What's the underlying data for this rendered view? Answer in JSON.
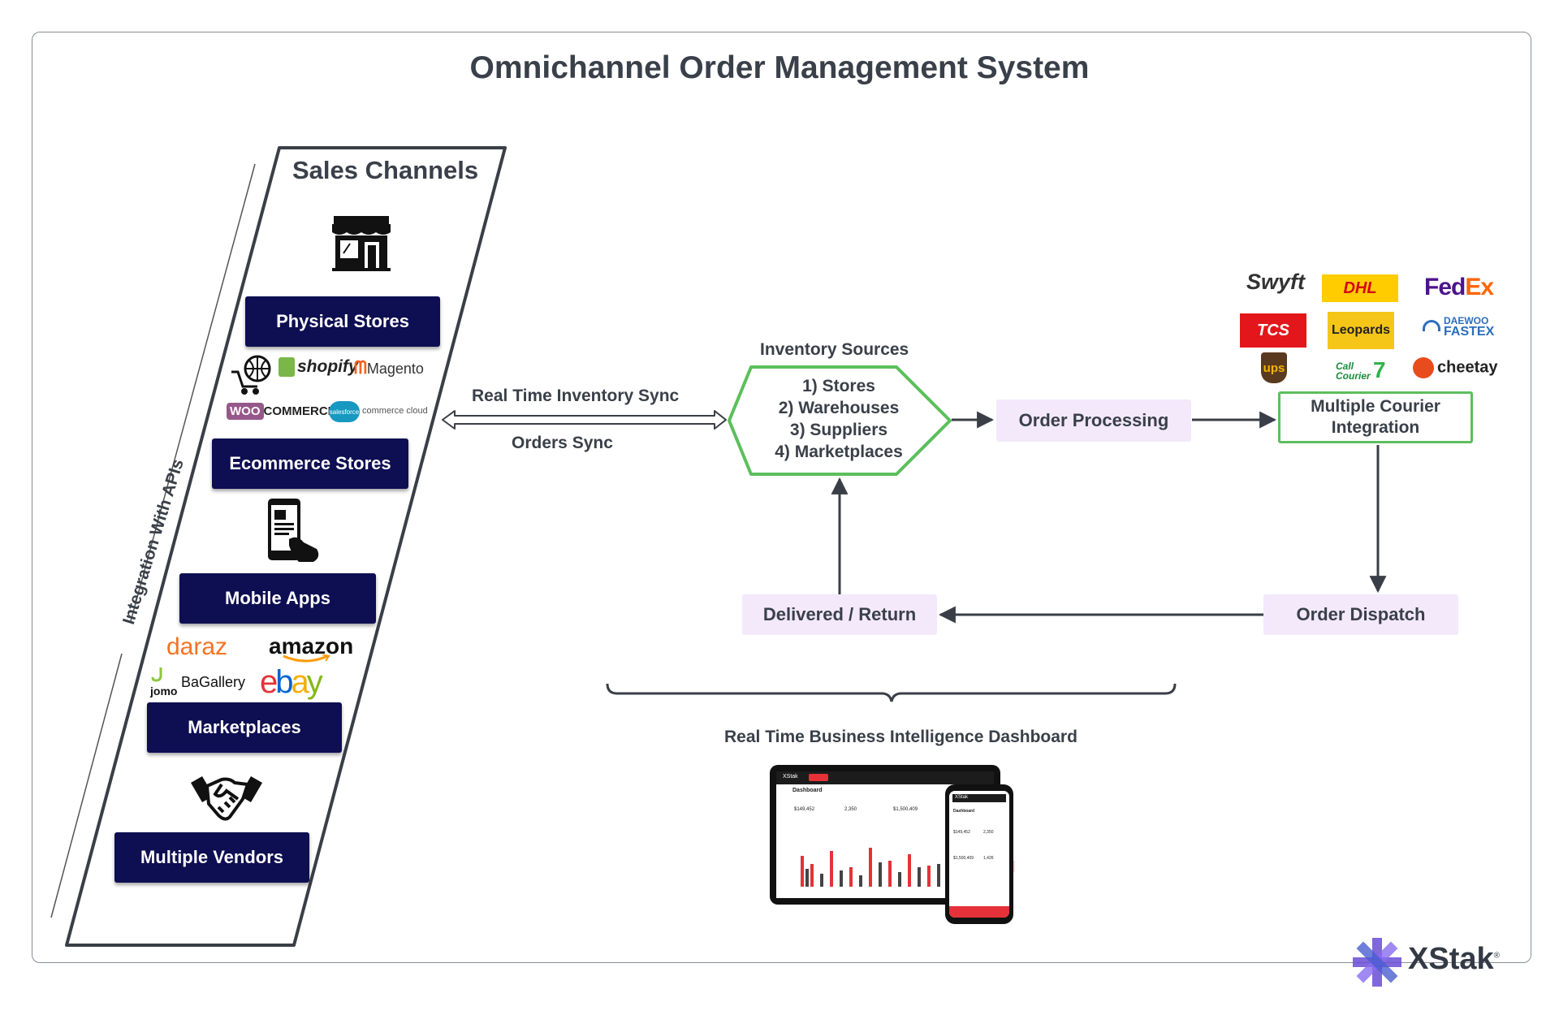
{
  "title": "Omnichannel Order Management System",
  "sales_channels": {
    "heading": "Sales Channels",
    "side_label": "Integration With APIs",
    "physical_stores": "Physical Stores",
    "ecommerce_stores": "Ecommerce Stores",
    "mobile_apps": "Mobile Apps",
    "marketplaces": "Marketplaces",
    "multiple_vendors": "Multiple Vendors"
  },
  "ecommerce_logos": {
    "shopify": "shopify",
    "magento": "Magento",
    "woo_a": "WOO",
    "woo_b": "COMMERCE",
    "salesforce": "salesforce",
    "commerce_cloud": "commerce cloud"
  },
  "marketplace_logos": {
    "daraz": "daraz",
    "amazon": "amazon",
    "jomo": "jomo",
    "bagallery": "BaGallery",
    "ebay_e": "e",
    "ebay_b": "b",
    "ebay_a": "a",
    "ebay_y": "y"
  },
  "flow": {
    "realtime_sync": "Real Time Inventory Sync",
    "orders_sync": "Orders Sync",
    "inventory_heading": "Inventory Sources",
    "inventory_items": [
      "1) Stores",
      "2) Warehouses",
      "3) Suppliers",
      "4) Marketplaces"
    ],
    "order_processing": "Order Processing",
    "courier_line1": "Multiple Courier",
    "courier_line2": "Integration",
    "order_dispatch": "Order Dispatch",
    "delivered_return": "Delivered / Return"
  },
  "couriers": {
    "swyft": "Swyft",
    "dhl": "DHL",
    "fedex_a": "Fed",
    "fedex_b": "Ex",
    "tcs": "TCS",
    "leopards": "Leopards",
    "daewoo_a": "DAEWOO",
    "daewoo_b": "FASTEX",
    "ups": "ups",
    "callcourier_a": "Call",
    "callcourier_b": "Courier",
    "cheetay": "cheetay"
  },
  "dashboard": {
    "label": "Real Time Business Intelligence Dashboard",
    "screen_title": "Dashboard",
    "stat1": "$149,452",
    "stat2": "2,350",
    "stat3": "$1,500,409",
    "stat4": "1,426",
    "brand": "XStak"
  },
  "brand": {
    "name": "XStak",
    "mark": "®"
  },
  "colors": {
    "navy": "#0e0e52",
    "green_outline": "#5cbf5c",
    "pink_box": "#f3e9fb",
    "text_dark": "#3a4049",
    "xstak_purple": "#6a4cd6"
  }
}
